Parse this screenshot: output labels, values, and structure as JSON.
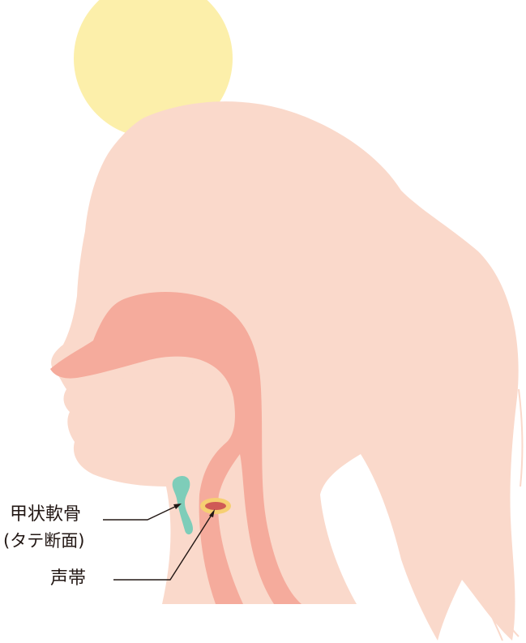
{
  "labels": {
    "thyroid_cartilage": "甲状軟骨",
    "thyroid_cartilage_sub": "(タテ断面)",
    "vocal_cords": "声帯"
  },
  "colors": {
    "sun": "#fcefaa",
    "skin": "#fad9cb",
    "airway": "#f5ab9c",
    "cartilage": "#7ecdb9",
    "vocal_cord_ring": "#f6cf72",
    "vocal_cord_inner": "#cf5a56",
    "line": "#231815"
  }
}
